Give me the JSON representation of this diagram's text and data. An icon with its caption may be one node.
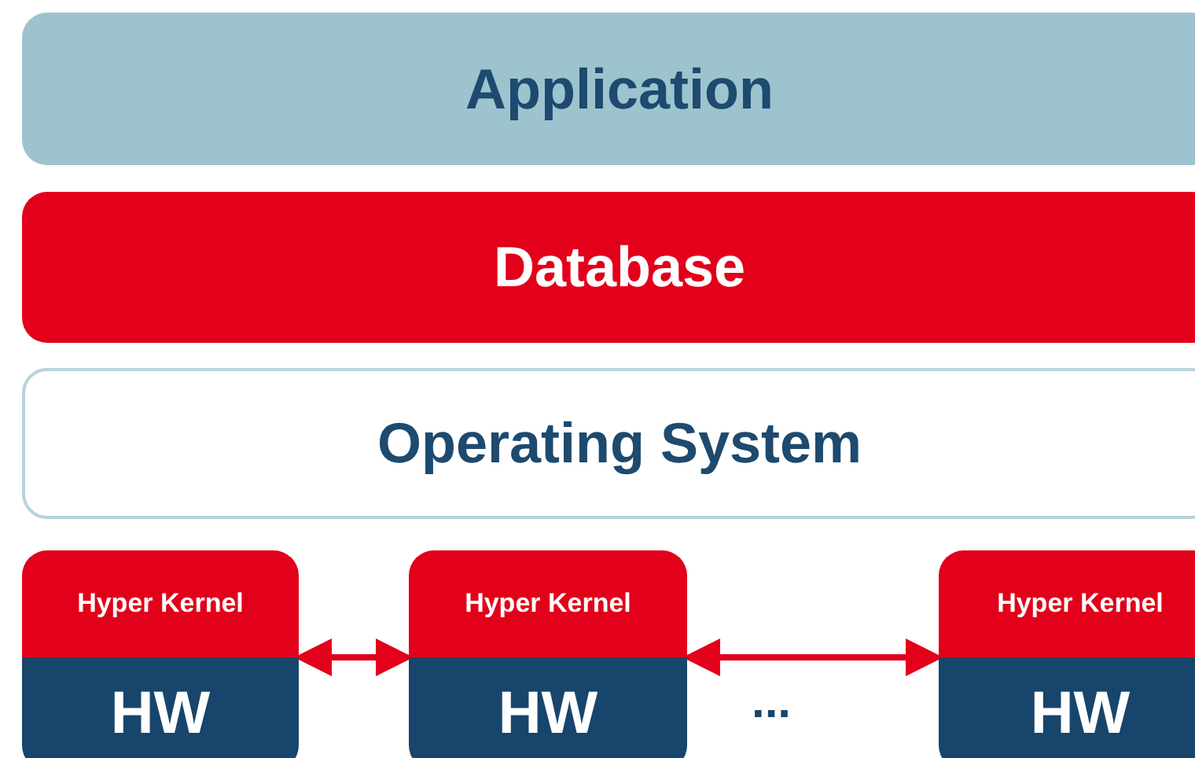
{
  "diagram": {
    "nodes": [
      {
        "text": [
          "Application"
        ]
      },
      {
        "text": [
          "Database"
        ]
      },
      {
        "text": [
          "Operating System"
        ]
      },
      {
        "text": [
          "Hyper Kernel",
          "HW"
        ]
      },
      {
        "text": [
          "Hyper Kernel",
          "HW"
        ]
      },
      {
        "text": [
          "Hyper Kernel",
          "HW"
        ]
      }
    ],
    "edges": [
      {
        "from": 3,
        "to": 4,
        "arrow": "both"
      },
      {
        "from": 4,
        "to": 5,
        "arrow": "both"
      }
    ],
    "labels": [
      "..."
    ]
  }
}
